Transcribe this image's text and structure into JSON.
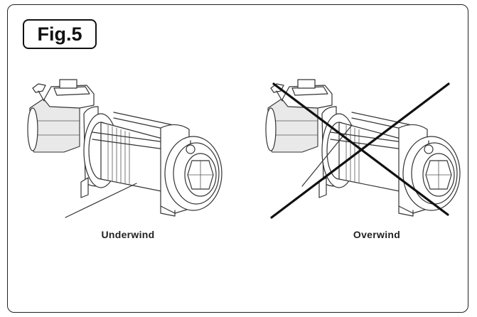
{
  "figure": {
    "label": "Fig.5",
    "captions": {
      "left": "Underwind",
      "right": "Overwind"
    },
    "icons": {
      "left": "winch-underwind-icon",
      "right": "winch-overwind-crossed-icon"
    },
    "colors": {
      "border": "#222222",
      "line": "#333333",
      "background": "#ffffff"
    }
  }
}
